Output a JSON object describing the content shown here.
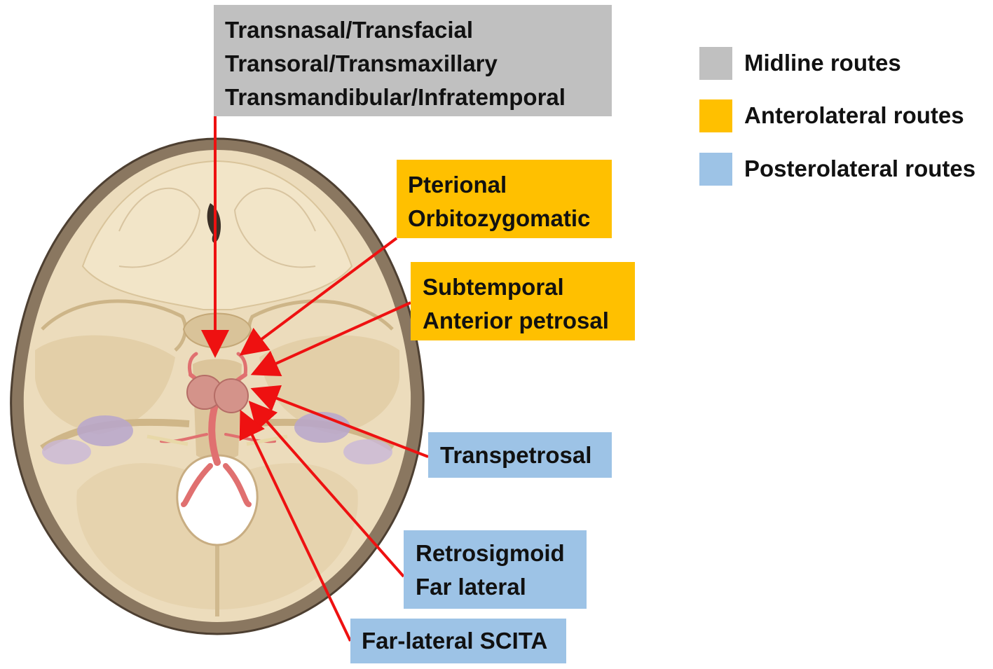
{
  "colors": {
    "midline": "#c0c0c0",
    "anterolateral": "#ffc000",
    "posterolateral": "#9dc3e6",
    "arrow": "#ee1111",
    "bone": "#ecdcbc",
    "bone_shadow": "#d4bd91",
    "skull_rim": "#6b5a48",
    "artery": "#e07070",
    "inner_ear": "#b7a6cc"
  },
  "legend": {
    "midline": "Midline routes",
    "anterolateral": "Anterolateral routes",
    "posterolateral": "Posterolateral routes"
  },
  "labels": {
    "midline": {
      "line1": "Transnasal/Transfacial",
      "line2": "Transoral/Transmaxillary",
      "line3": "Transmandibular/Infratemporal"
    },
    "pterional": {
      "line1": "Pterional",
      "line2": "Orbitozygomatic"
    },
    "subtemporal": {
      "line1": "Subtemporal",
      "line2": "Anterior petrosal"
    },
    "transpetrosal": {
      "line1": "Transpetrosal"
    },
    "retrosigmoid": {
      "line1": "Retrosigmoid",
      "line2": "Far lateral"
    },
    "far_lateral_scita": {
      "line1": "Far-lateral SCITA"
    }
  }
}
